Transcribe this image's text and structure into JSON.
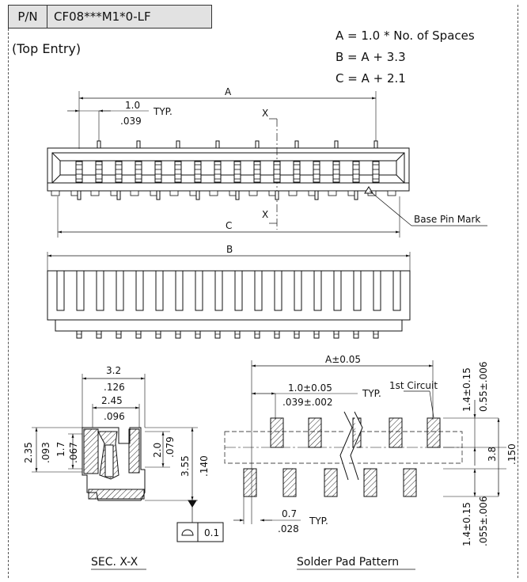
{
  "part_number": {
    "label": "P/N",
    "value": "CF08***M1*0-LF"
  },
  "entry_type": "(Top Entry)",
  "formulas": [
    "A = 1.0 * No. of Spaces",
    "B = A + 3.3",
    "C = A + 2.1"
  ],
  "top_view": {
    "dim_a": "A",
    "pitch": "1.0",
    "pitch_in": ".039",
    "typ": "TYP.",
    "section_mark": "X",
    "dim_c": "C",
    "base_pin_mark": "Base Pin Mark"
  },
  "side_view": {
    "dim_b": "B"
  },
  "section": {
    "title": "SEC. X-X",
    "w1": "3.2",
    "w1_in": ".126",
    "w2": "2.45",
    "w2_in": ".096",
    "h1": "2.35",
    "h1_in": ".093",
    "h2": "1.7",
    "h2_in": ".067",
    "h3": "2.0",
    "h3_in": ".079",
    "h4": "3.55",
    "h4_in": ".140",
    "flatness": "0.1"
  },
  "pad": {
    "title": "Solder Pad Pattern",
    "dim_a": "A±0.05",
    "pitch": "1.0±0.05",
    "pitch_in": ".039±.002",
    "typ": "TYP.",
    "first_circuit": "1st Circuit",
    "pad_len": "1.4±0.15",
    "pad_len_in": "0.55±.006",
    "row_gap": "3.8",
    "row_gap_in": ".150",
    "pad_len2": "1.4±0.15",
    "pad_len2_in": ".055±.006",
    "pad_w": "0.7",
    "pad_w_in": ".028",
    "typ2": "TYP."
  }
}
